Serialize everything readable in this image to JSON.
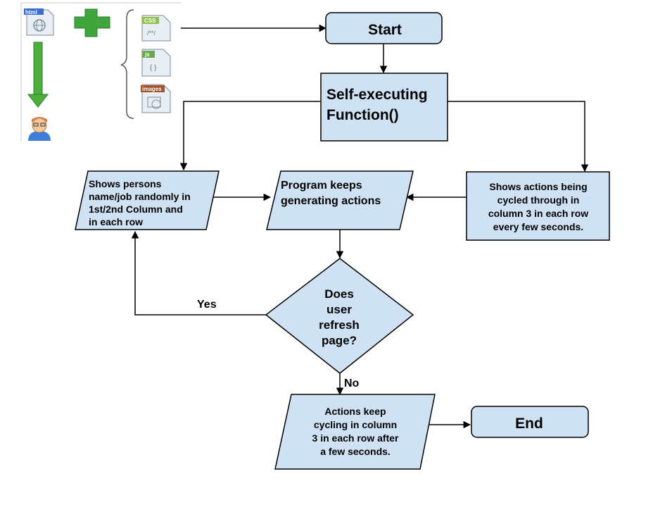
{
  "icons": {
    "html_label": "html",
    "css_label": "CSS",
    "css_glyph": "/**/",
    "js_label": "js",
    "js_glyph": "{ }",
    "images_label": "images",
    "colors": {
      "plus": "#3ea63a",
      "arrow": "#4caf3a",
      "css_tab": "#8bc34a",
      "js_tab": "#6aa84f",
      "images_tab": "#a0522d",
      "html_tab": "#3d6bd6"
    }
  },
  "nodes": {
    "start": "Start",
    "self_exec": [
      "Self-executing",
      "Function()"
    ],
    "shows_persons": [
      "Shows persons",
      "name/job randomly in",
      "1st/2nd Column and",
      "in each row"
    ],
    "program_keeps": [
      "Program keeps",
      "generating actions"
    ],
    "shows_actions": [
      "Shows actions being",
      "cycled through in",
      "column 3 in each row",
      "every few seconds."
    ],
    "decision": [
      "Does",
      "user",
      "refresh",
      "page?"
    ],
    "actions_keep": [
      "Actions keep",
      "cycling in column",
      "3 in each row after",
      "a few seconds."
    ],
    "end": "End"
  },
  "edge_labels": {
    "yes": "Yes",
    "no": "No"
  },
  "colors": {
    "node_fill": "#cfe2f3",
    "stroke": "#000000"
  }
}
